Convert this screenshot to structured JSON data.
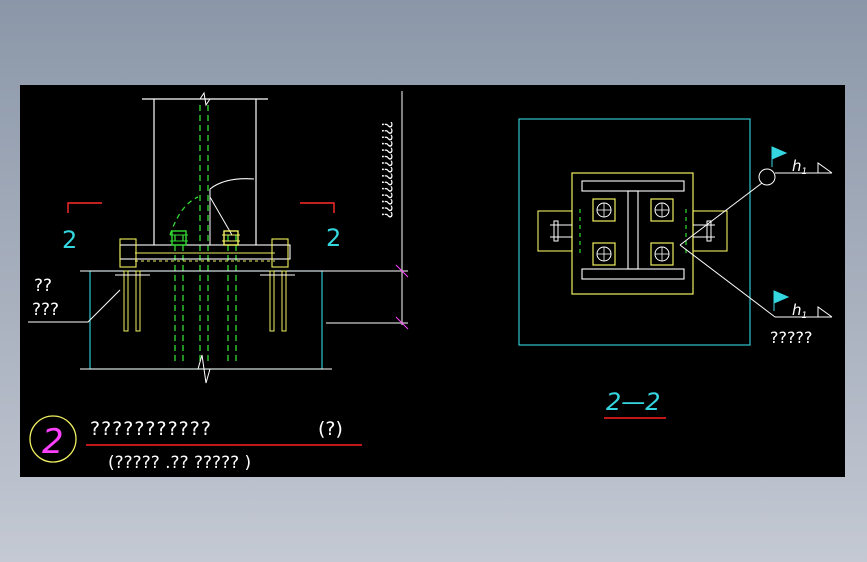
{
  "section_marks": {
    "left": "2",
    "right": "2"
  },
  "left_labels": {
    "line1": "??",
    "line2": "???"
  },
  "vertical_note": "???????????????",
  "anchor_note": "?????",
  "weld_symbol": {
    "h_label": "h",
    "h_subscript": "1"
  },
  "view_title": "2—2",
  "detail_number": "2",
  "detail_title": "???????????",
  "detail_scale": "(?)",
  "detail_subtitle": "(????? .?? ????? )",
  "colors": {
    "background": "#000000",
    "structure": "#ffffff",
    "section_mark": "#ff2a2a",
    "cyan": "#34d7e0",
    "green": "#33dd33",
    "yellow": "#f0f060",
    "magenta": "#ff40ff",
    "underline": "#ff2020"
  }
}
